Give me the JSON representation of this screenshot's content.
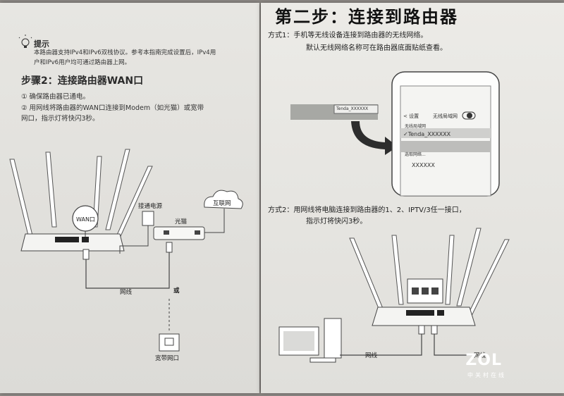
{
  "left": {
    "tip_title": "提示",
    "tip_text_line1": "本路由器支持IPv4和IPv6双栈协议。参考本指南完成设置后，IPv4用",
    "tip_text_line2": "户和IPv6用户均可通过路由器上网。",
    "step_title": "步骤2：连接路由器WAN口",
    "items": [
      "① 确保路由器已通电。",
      "② 用网线将路由器的WAN口连接到Modem（如光猫）或宽带",
      "    网口，指示灯将快闪3秒。"
    ],
    "labels": {
      "wan": "WAN口",
      "power": "接通电源",
      "modem": "光猫",
      "internet": "互联网",
      "cable": "网线",
      "or": "或",
      "port": "宽带网口"
    }
  },
  "right": {
    "title": "第二步：连接到路由器",
    "method1_line1": "方式1：手机等无线设备连接到路由器的无线网络。",
    "method1_line2": "默认无线网络名称可在路由器底面贴纸查看。",
    "sticker": "Tenda_XXXXXX",
    "phone": {
      "back": "< 设置",
      "header": "无线局域网",
      "wlan": "无线局域网",
      "connected": "✓Tenda_XXXXXX",
      "choose": "选取网络...",
      "other": "XXXXXX"
    },
    "method2_line1": "方式2：用网线将电脑连接到路由器的1、2、IPTV/3任一接口，",
    "method2_line2": "指示灯将快闪3秒。",
    "cable_left": "网线",
    "cable_right": "网线"
  },
  "watermark": {
    "brand": "ZOL",
    "sub": "中关村在线"
  }
}
